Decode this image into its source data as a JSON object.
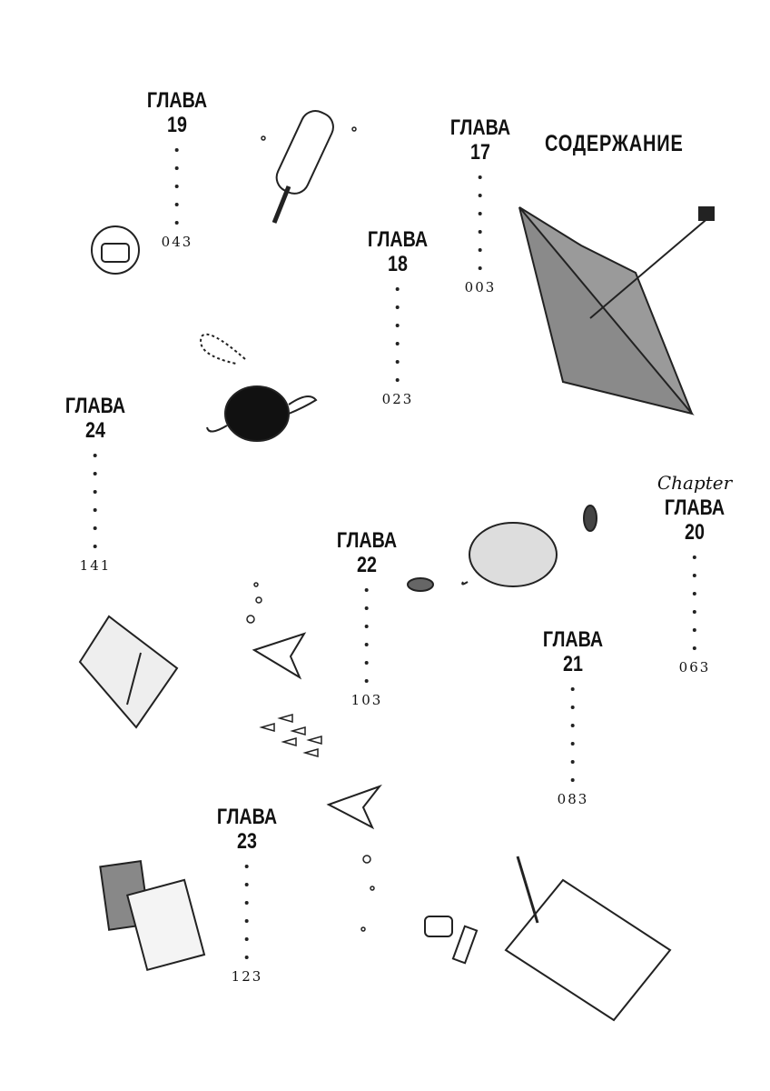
{
  "title": "СОДЕРЖАНИЕ",
  "chapters": [
    {
      "label": "ГЛАВА",
      "num": "19",
      "page": "043"
    },
    {
      "label": "ГЛАВА",
      "num": "17",
      "page": "003"
    },
    {
      "label": "ГЛАВА",
      "num": "18",
      "page": "023"
    },
    {
      "label": "ГЛАВА",
      "num": "24",
      "page": "141"
    },
    {
      "label": "ГЛАВА",
      "num": "20",
      "page": "063",
      "overlay": "Chapter"
    },
    {
      "label": "ГЛАВА",
      "num": "22",
      "page": "103"
    },
    {
      "label": "ГЛАВА",
      "num": "21",
      "page": "083"
    },
    {
      "label": "ГЛАВА",
      "num": "23",
      "page": "123"
    }
  ]
}
